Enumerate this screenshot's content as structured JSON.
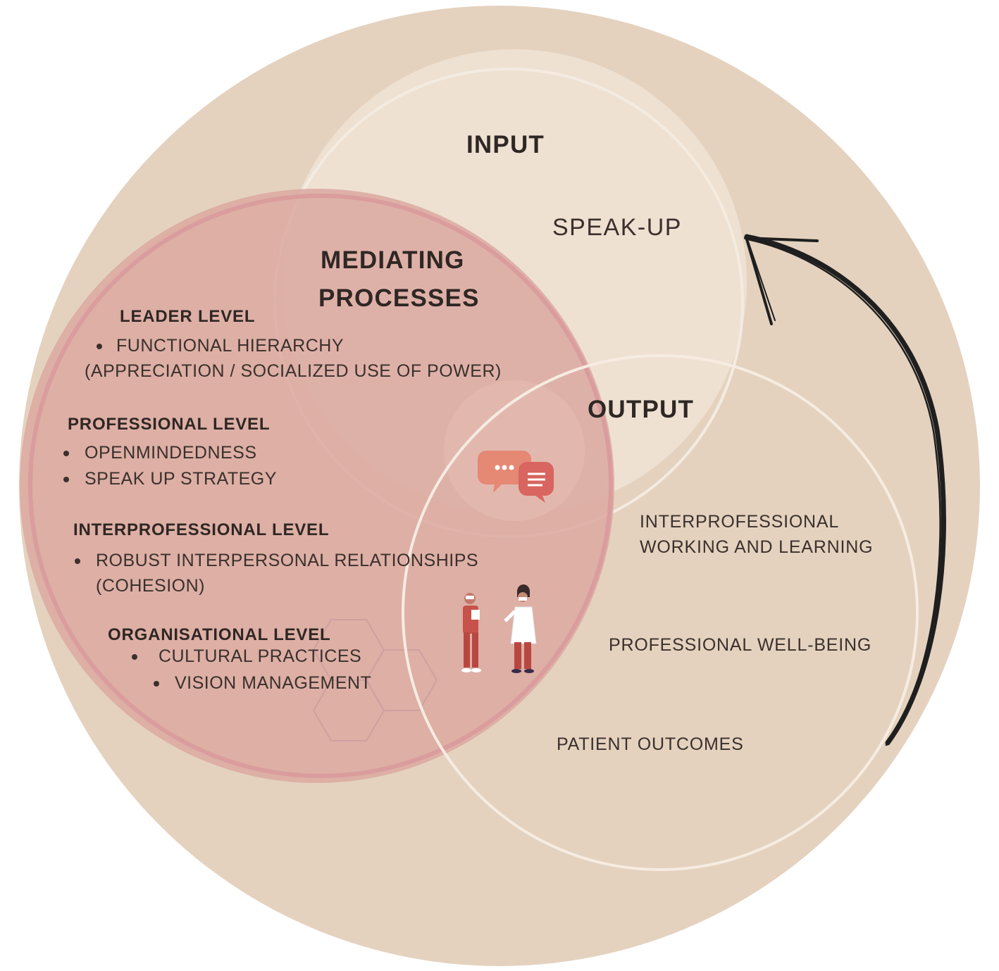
{
  "colors": {
    "outer": "#e4d2bf",
    "input_fill": "#eee1d2",
    "mediating_fill": "#dba9a1",
    "output_ring": "#f6ece1",
    "arrow": "#1f1f1f"
  },
  "input": {
    "title": "INPUT",
    "item": "SPEAK-UP"
  },
  "mediating": {
    "title_line1": "MEDIATING",
    "title_line2": "PROCESSES",
    "leader": {
      "heading": "LEADER LEVEL",
      "item_line1": "FUNCTIONAL HIERARCHY",
      "item_line2": "(APPRECIATION / SOCIALIZED USE OF POWER)"
    },
    "professional": {
      "heading": "PROFESSIONAL LEVEL",
      "items": [
        "OPENMINDEDNESS",
        "SPEAK UP STRATEGY"
      ]
    },
    "interprofessional": {
      "heading": "INTERPROFESSIONAL  LEVEL",
      "item_line1": "ROBUST INTERPERSONAL RELATIONSHIPS",
      "item_line2": "(COHESION)"
    },
    "organisational": {
      "heading": "ORGANISATIONAL  LEVEL",
      "items": [
        "CULTURAL PRACTICES",
        "VISION MANAGEMENT"
      ]
    }
  },
  "output": {
    "title": "OUTPUT",
    "item1_line1": "INTERPROFESSIONAL",
    "item1_line2": "WORKING AND LEARNING",
    "item2": "PROFESSIONAL WELL-BEING",
    "item3": "PATIENT OUTCOMES"
  },
  "icons": [
    "chat-bubbles-icon",
    "healthcare-professionals-icon",
    "feedback-arrow-icon",
    "hexagon-pattern-icon"
  ]
}
